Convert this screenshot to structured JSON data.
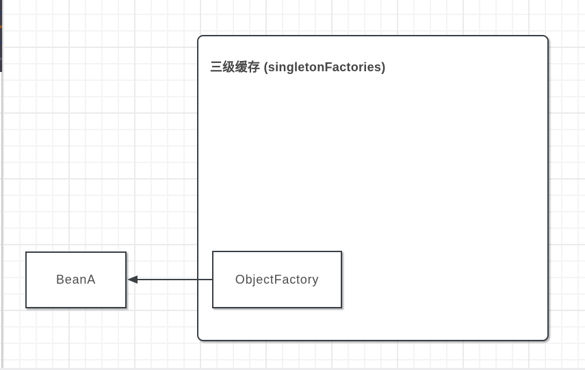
{
  "app": {
    "type": "diagram-canvas"
  },
  "colors": {
    "stroke": "#3b4045",
    "node_text": "#4d4d4d",
    "title_text": "#454545",
    "grid_minor": "#f4f4f5",
    "grid_major": "#ebebec",
    "canvas_bg": "#ffffff",
    "left_edge_line": "#c9cacd",
    "left_strip": "#3c3c46"
  },
  "diagram": {
    "container": {
      "title": "三级缓存 (singletonFactories)"
    },
    "nodes": [
      {
        "id": "BeanA",
        "label": "BeanA"
      },
      {
        "id": "ObjectFactory",
        "label": "ObjectFactory"
      }
    ],
    "edges": [
      {
        "from": "ObjectFactory",
        "to": "BeanA",
        "arrow": "filled-triangle",
        "direction": "left"
      }
    ]
  }
}
